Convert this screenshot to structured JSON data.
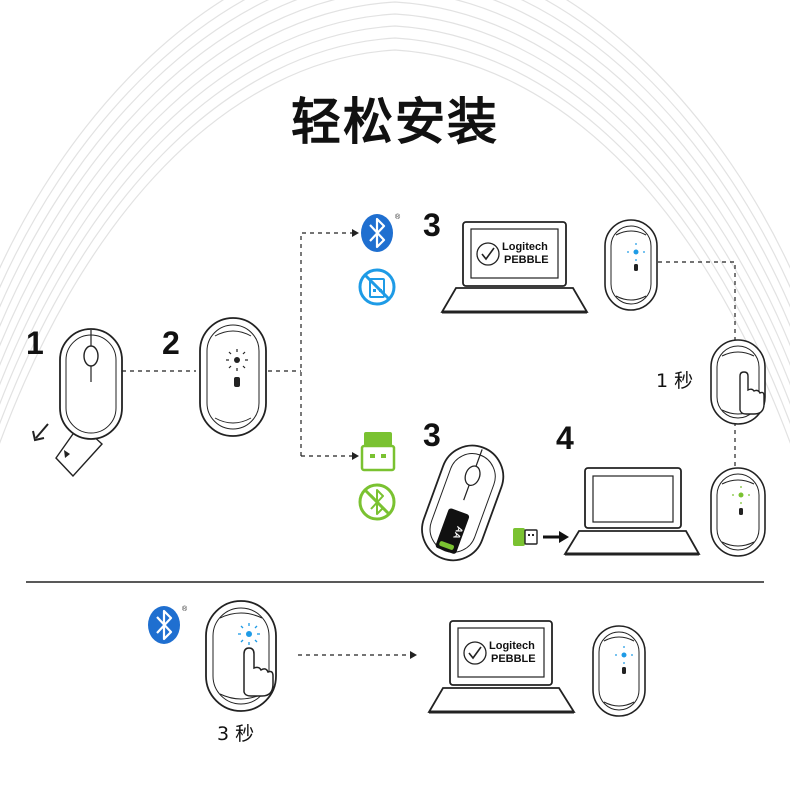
{
  "title": "轻松安装",
  "steps": {
    "step1": "1",
    "step2": "2",
    "step3_bluetooth": "3",
    "step3_receiver": "3",
    "step4": "4"
  },
  "durations": {
    "switch_press": "1 秒",
    "pair_press": "3 秒"
  },
  "laptop_screen": {
    "brand": "Logitech",
    "product": "PEBBLE"
  },
  "battery_label": "AA",
  "colors": {
    "bluetooth_blue": "#1f6fd0",
    "led_blue": "#1e9be6",
    "receiver_green": "#7ac231",
    "line": "#222222",
    "guide_lines": "#dddddd"
  },
  "icons": [
    "bluetooth-icon",
    "no-receiver-icon",
    "usb-receiver-icon",
    "no-bluetooth-icon",
    "checkmark-icon",
    "hand-press-icon"
  ]
}
